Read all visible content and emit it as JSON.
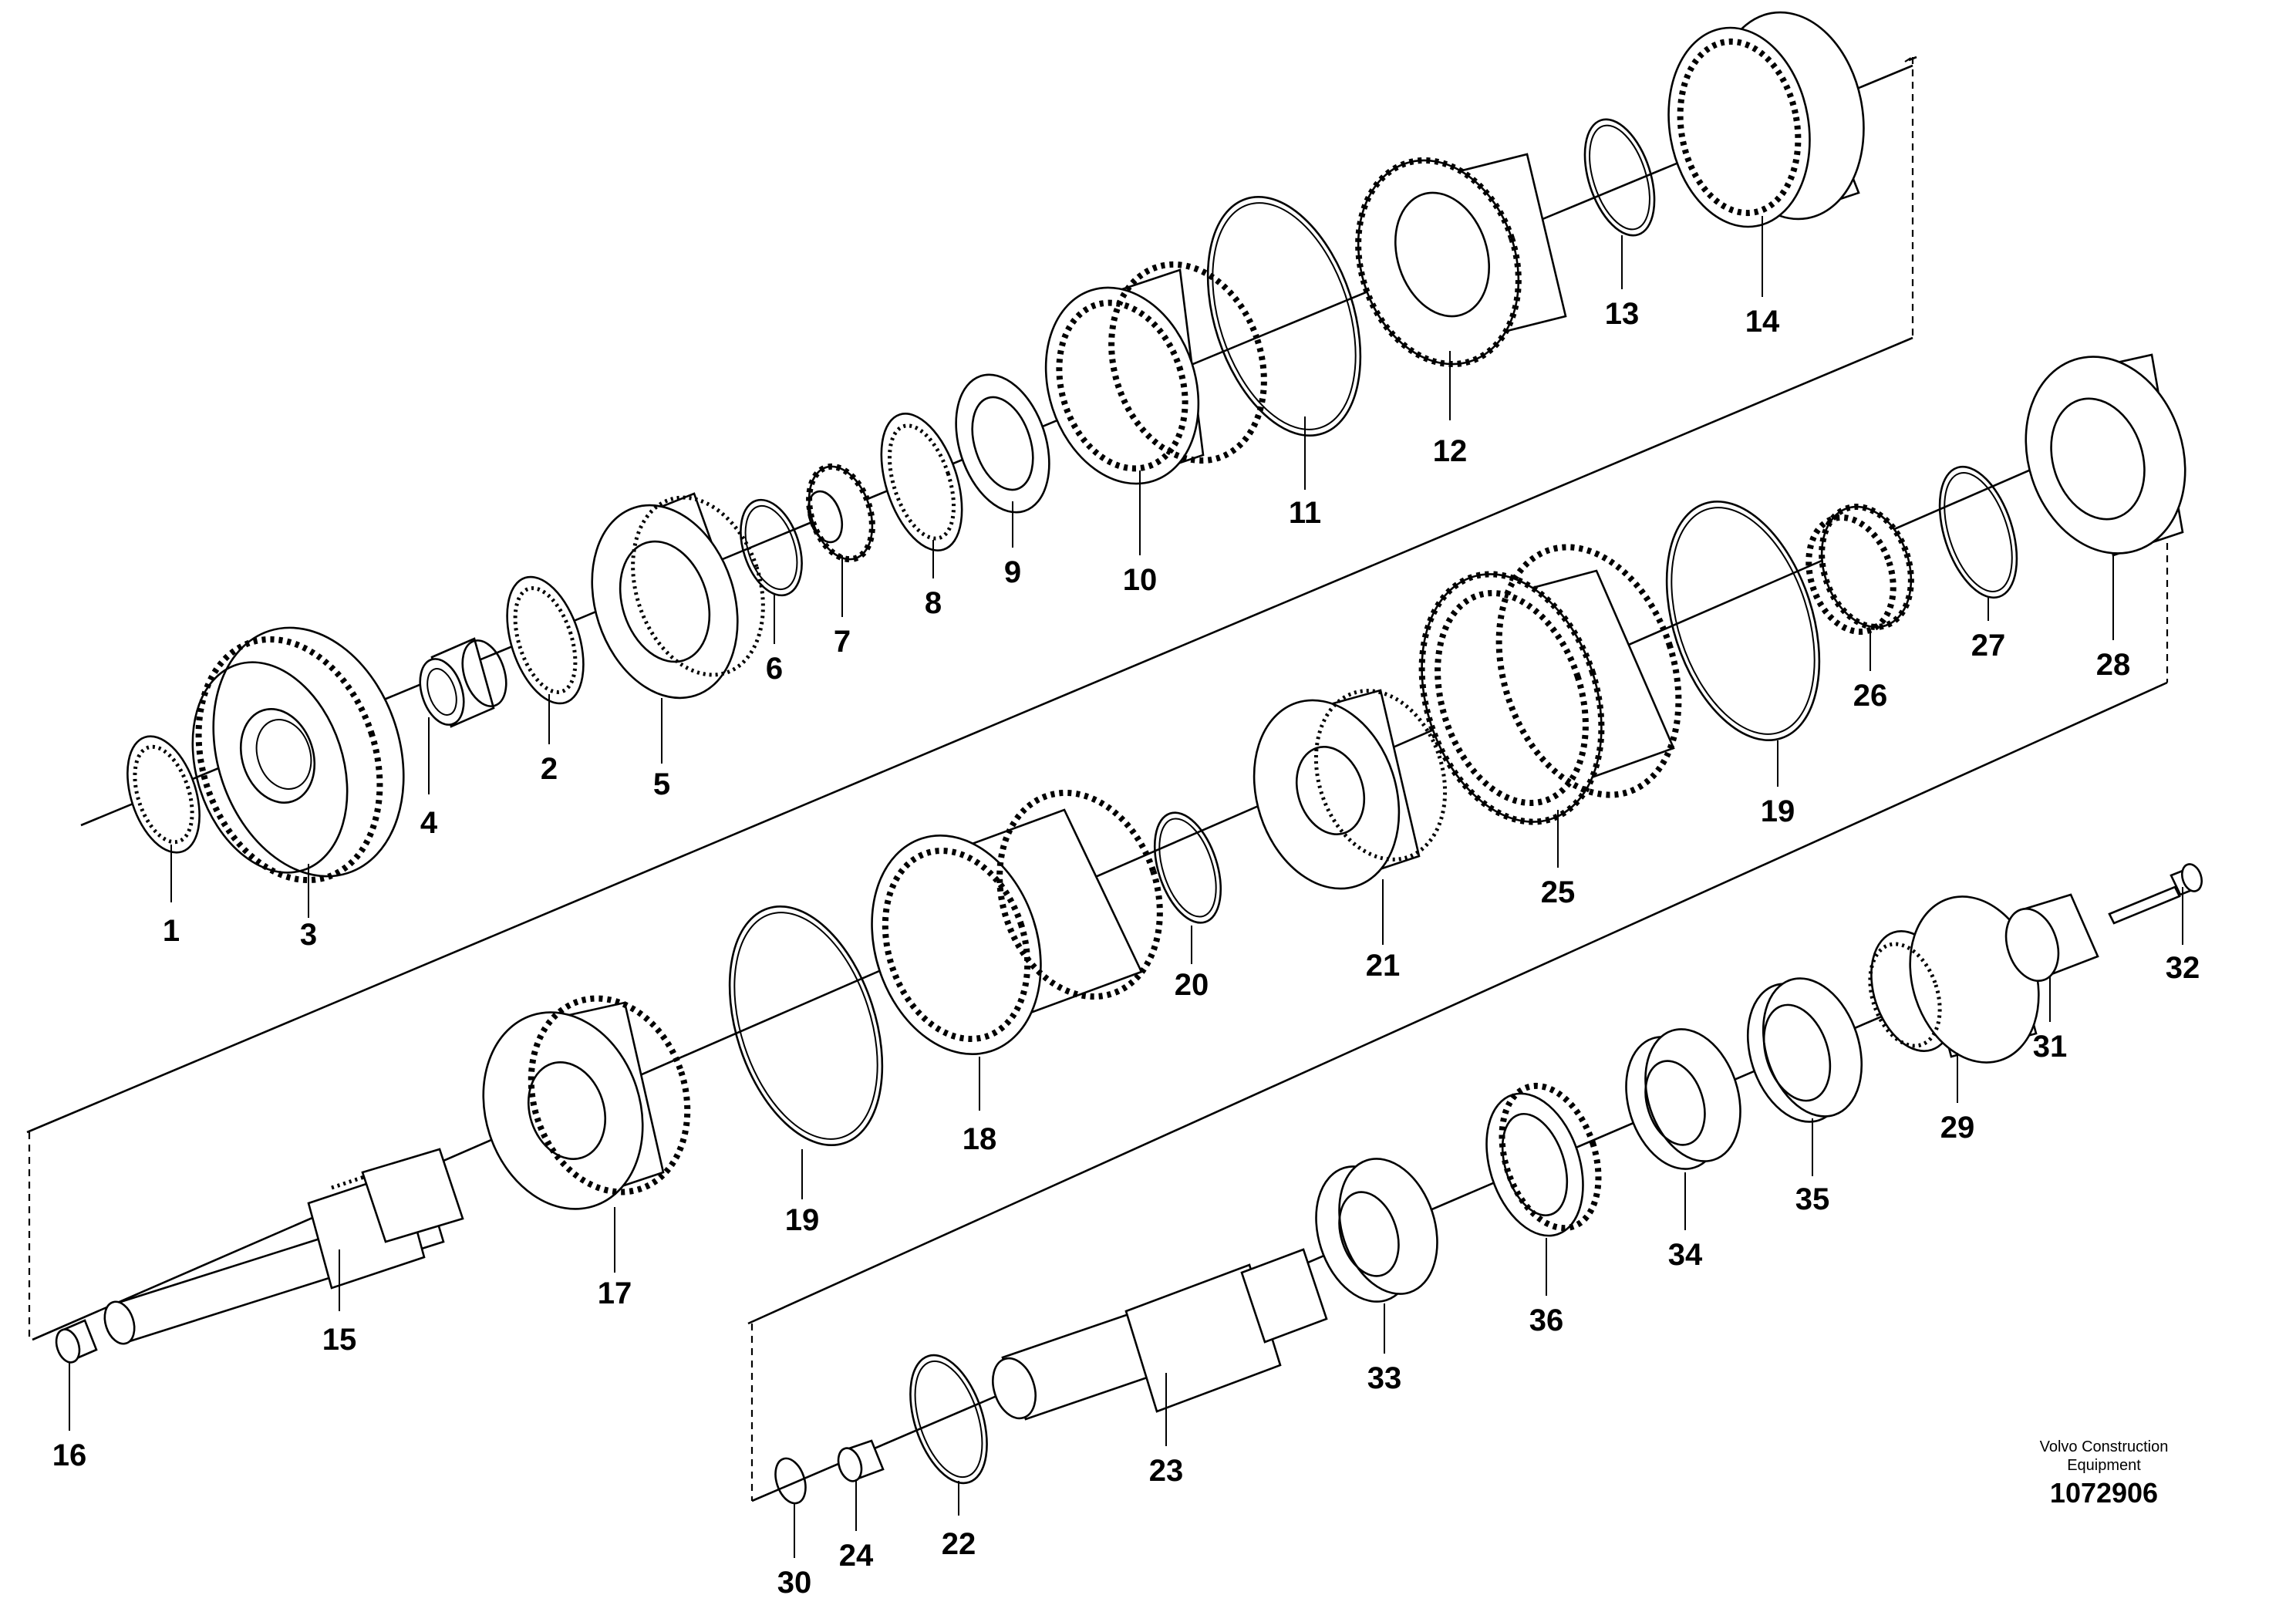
{
  "labels": [
    "1",
    "2",
    "3",
    "4",
    "5",
    "6",
    "7",
    "8",
    "9",
    "10",
    "11",
    "12",
    "13",
    "14",
    "15",
    "16",
    "17",
    "18",
    "19",
    "19",
    "20",
    "21",
    "22",
    "23",
    "24",
    "25",
    "26",
    "27",
    "28",
    "29",
    "30",
    "31",
    "32",
    "33",
    "34",
    "35",
    "36"
  ],
  "footer": {
    "company_line1": "Volvo Construction",
    "company_line2": "Equipment",
    "drawing_number": "1072906"
  }
}
